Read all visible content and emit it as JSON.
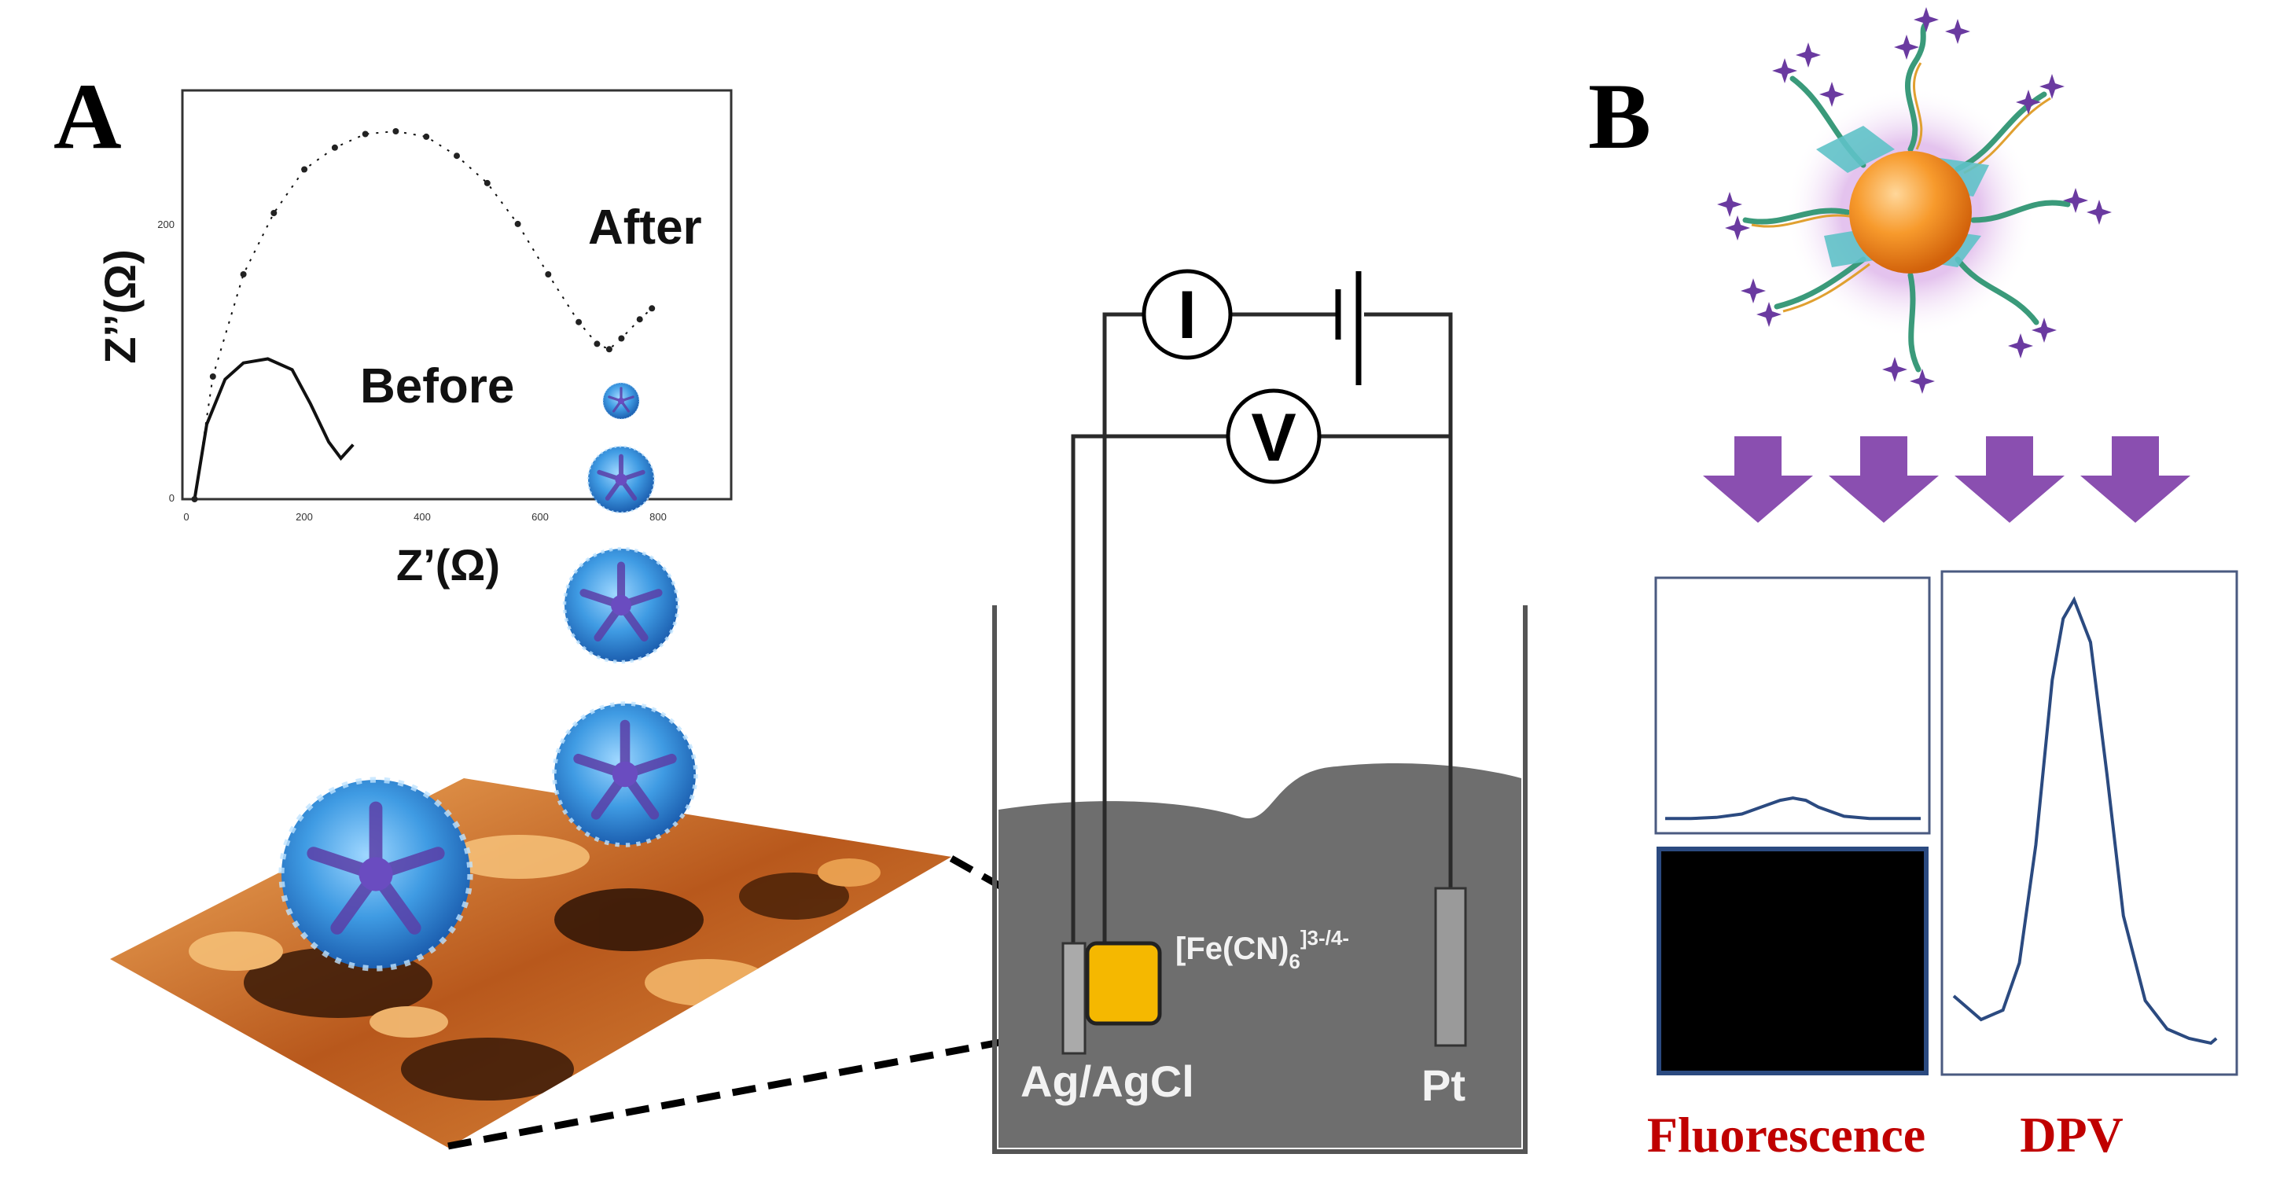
{
  "panels": {
    "a": "A",
    "b": "B"
  },
  "nyquist": {
    "y_axis_label": "Z’’(Ω)",
    "x_axis_label": "Z’(Ω)",
    "x_ticks": [
      "0",
      "200",
      "400",
      "600",
      "800"
    ],
    "y_ticks": [
      "0",
      "200"
    ],
    "before_label": "Before",
    "after_label": "After"
  },
  "cell": {
    "current_meter": "I",
    "voltage_meter": "V",
    "redox_probe": "[Fe(CN)",
    "redox_sub": "6",
    "redox_sup": "]3-/4-",
    "reference_electrode": "Ag/AgCl",
    "counter_electrode": "Pt"
  },
  "detection": {
    "fluorescence_label": "Fluorescence",
    "dpv_label": "DPV"
  },
  "colors": {
    "method_label": "#c00000",
    "arrow": "#8a4fb0",
    "cell_liquid": "#6e6e6e",
    "working_electrode": "#f5b800",
    "nanoparticle": "#f28a1e",
    "virus": "#4aa6e8",
    "afm_surface": "#b85c1e"
  },
  "icons": [
    "virus-particle-icon",
    "nanoparticle-probe-icon",
    "down-arrow-icon"
  ],
  "chart_data": [
    {
      "type": "line",
      "x_label": "Z’(Ω)",
      "y_label": "Z’’(Ω)",
      "xlim": [
        0,
        900
      ],
      "ylim": [
        0,
        300
      ],
      "series": [
        {
          "name": "Before",
          "x": [
            20,
            40,
            70,
            100,
            140,
            180,
            210,
            240,
            260,
            280
          ],
          "y": [
            0,
            55,
            88,
            100,
            103,
            95,
            70,
            42,
            30,
            40
          ]
        },
        {
          "name": "After",
          "x": [
            20,
            50,
            100,
            150,
            200,
            250,
            300,
            350,
            400,
            450,
            500,
            550,
            600,
            650,
            680,
            700,
            720,
            750,
            770
          ],
          "y": [
            0,
            90,
            165,
            210,
            242,
            258,
            268,
            270,
            266,
            252,
            232,
            202,
            165,
            130,
            114,
            110,
            118,
            132,
            140
          ]
        }
      ]
    },
    {
      "type": "line",
      "name": "fluorescence-response",
      "x": [
        0,
        10,
        20,
        30,
        40,
        45,
        50,
        55,
        60,
        70,
        80,
        90,
        100
      ],
      "y": [
        0.03,
        0.03,
        0.035,
        0.05,
        0.09,
        0.11,
        0.12,
        0.11,
        0.08,
        0.04,
        0.03,
        0.03,
        0.03
      ],
      "ylim": [
        0,
        1
      ]
    },
    {
      "type": "line",
      "name": "dpv-response",
      "x": [
        0,
        10,
        18,
        24,
        30,
        36,
        40,
        44,
        50,
        56,
        62,
        70,
        78,
        86,
        90,
        94,
        96
      ],
      "y": [
        0.13,
        0.08,
        0.1,
        0.2,
        0.45,
        0.8,
        0.93,
        0.97,
        0.88,
        0.6,
        0.3,
        0.12,
        0.06,
        0.04,
        0.035,
        0.03,
        0.04
      ],
      "ylim": [
        0,
        1
      ]
    }
  ]
}
